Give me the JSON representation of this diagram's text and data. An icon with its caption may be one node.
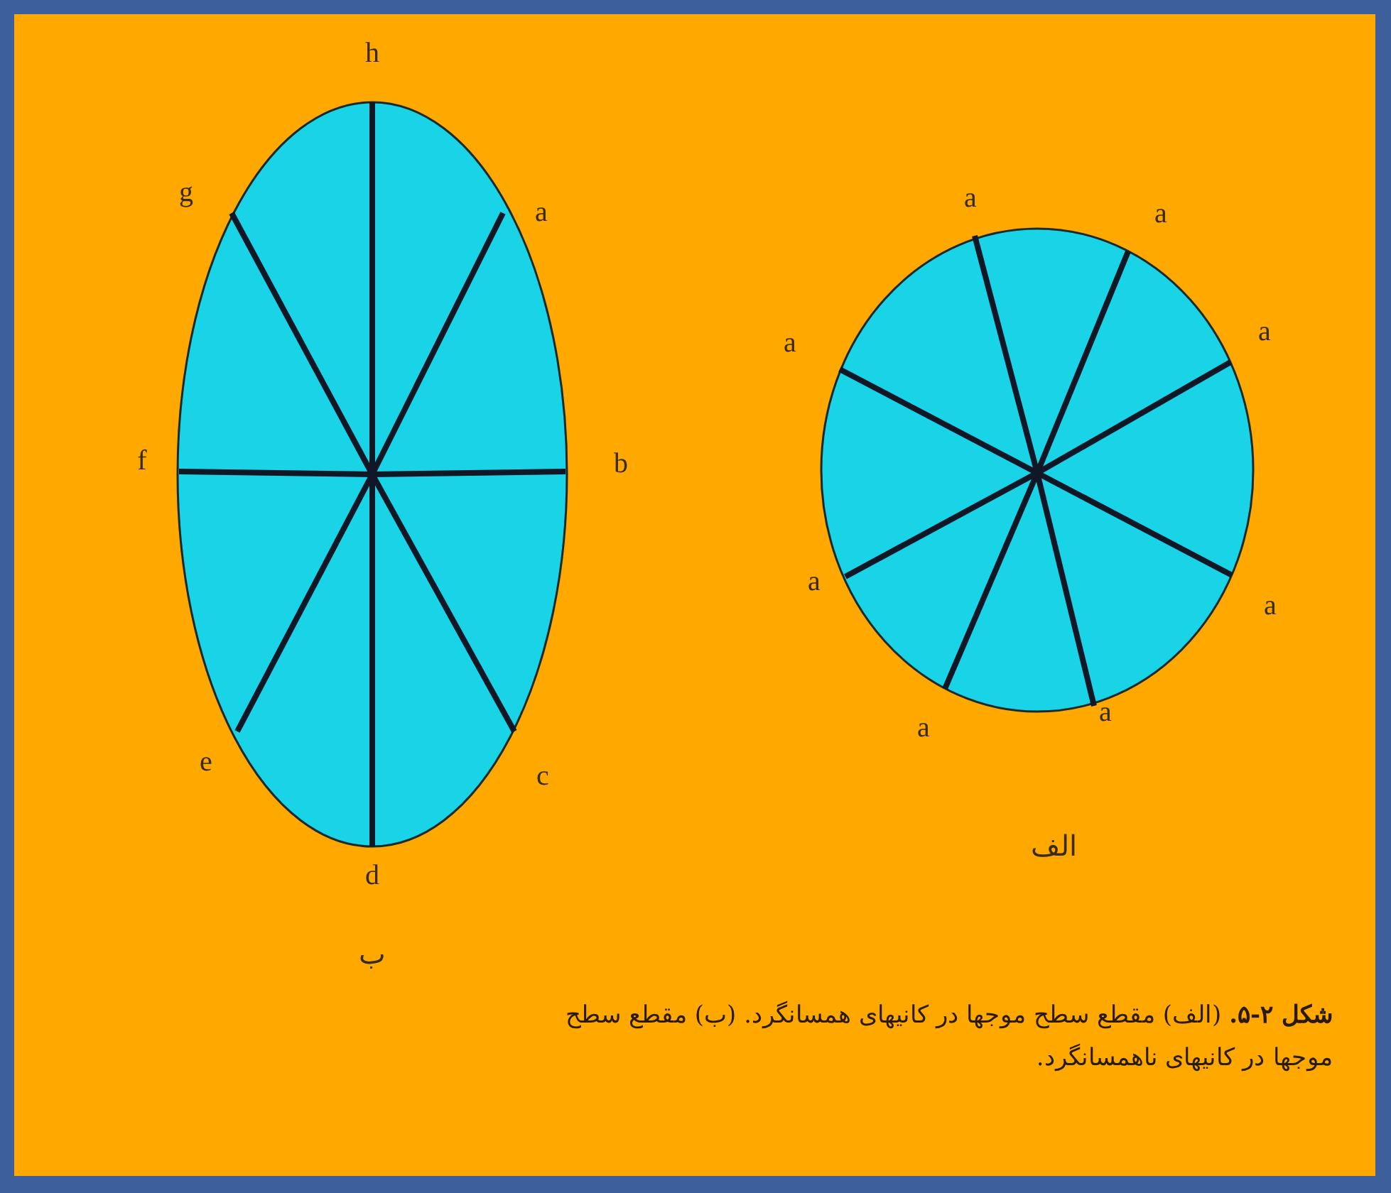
{
  "diagram": {
    "caption": "**شکل ۲-۵.** (الف) مقطع سطح موجها در کانیهای همسانگرد. (ب) مقطع سطح موجها در کانیهای ناهمسانگرد.",
    "labels": [
      "h",
      "g",
      "a",
      "a",
      "a",
      "a",
      "a",
      "f",
      "b",
      "a",
      "a",
      "a",
      "a",
      "e",
      "c",
      "d",
      "الف",
      "ب"
    ]
  }
}
